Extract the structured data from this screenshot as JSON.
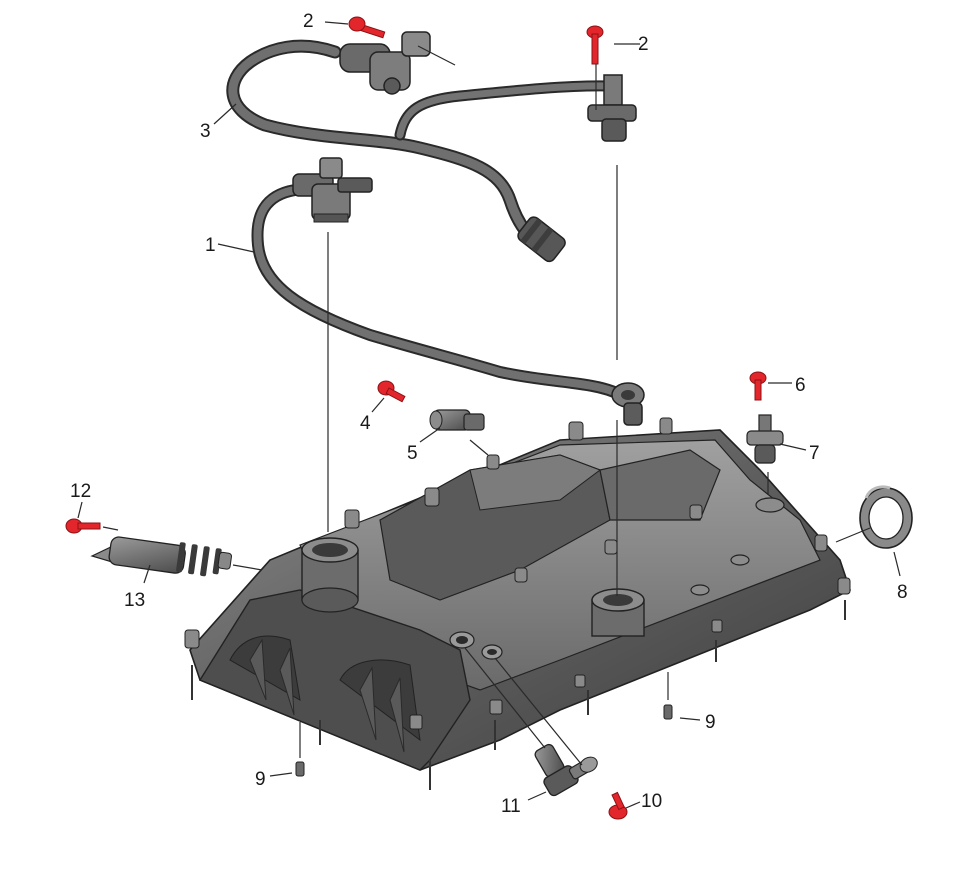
{
  "callouts": [
    {
      "id": "1",
      "label": "1"
    },
    {
      "id": "2a",
      "label": "2"
    },
    {
      "id": "2b",
      "label": "2"
    },
    {
      "id": "3",
      "label": "3"
    },
    {
      "id": "4",
      "label": "4"
    },
    {
      "id": "5",
      "label": "5"
    },
    {
      "id": "6",
      "label": "6"
    },
    {
      "id": "7",
      "label": "7"
    },
    {
      "id": "8",
      "label": "8"
    },
    {
      "id": "9a",
      "label": "9"
    },
    {
      "id": "9b",
      "label": "9"
    },
    {
      "id": "10",
      "label": "10"
    },
    {
      "id": "11",
      "label": "11"
    },
    {
      "id": "12",
      "label": "12"
    },
    {
      "id": "13",
      "label": "13"
    }
  ],
  "colors": {
    "part_dark": "#4a4a4a",
    "part_mid": "#6e6e6e",
    "part_light": "#9a9a9a",
    "bolt_red": "#e3262b",
    "outline": "#2a2a2a"
  }
}
